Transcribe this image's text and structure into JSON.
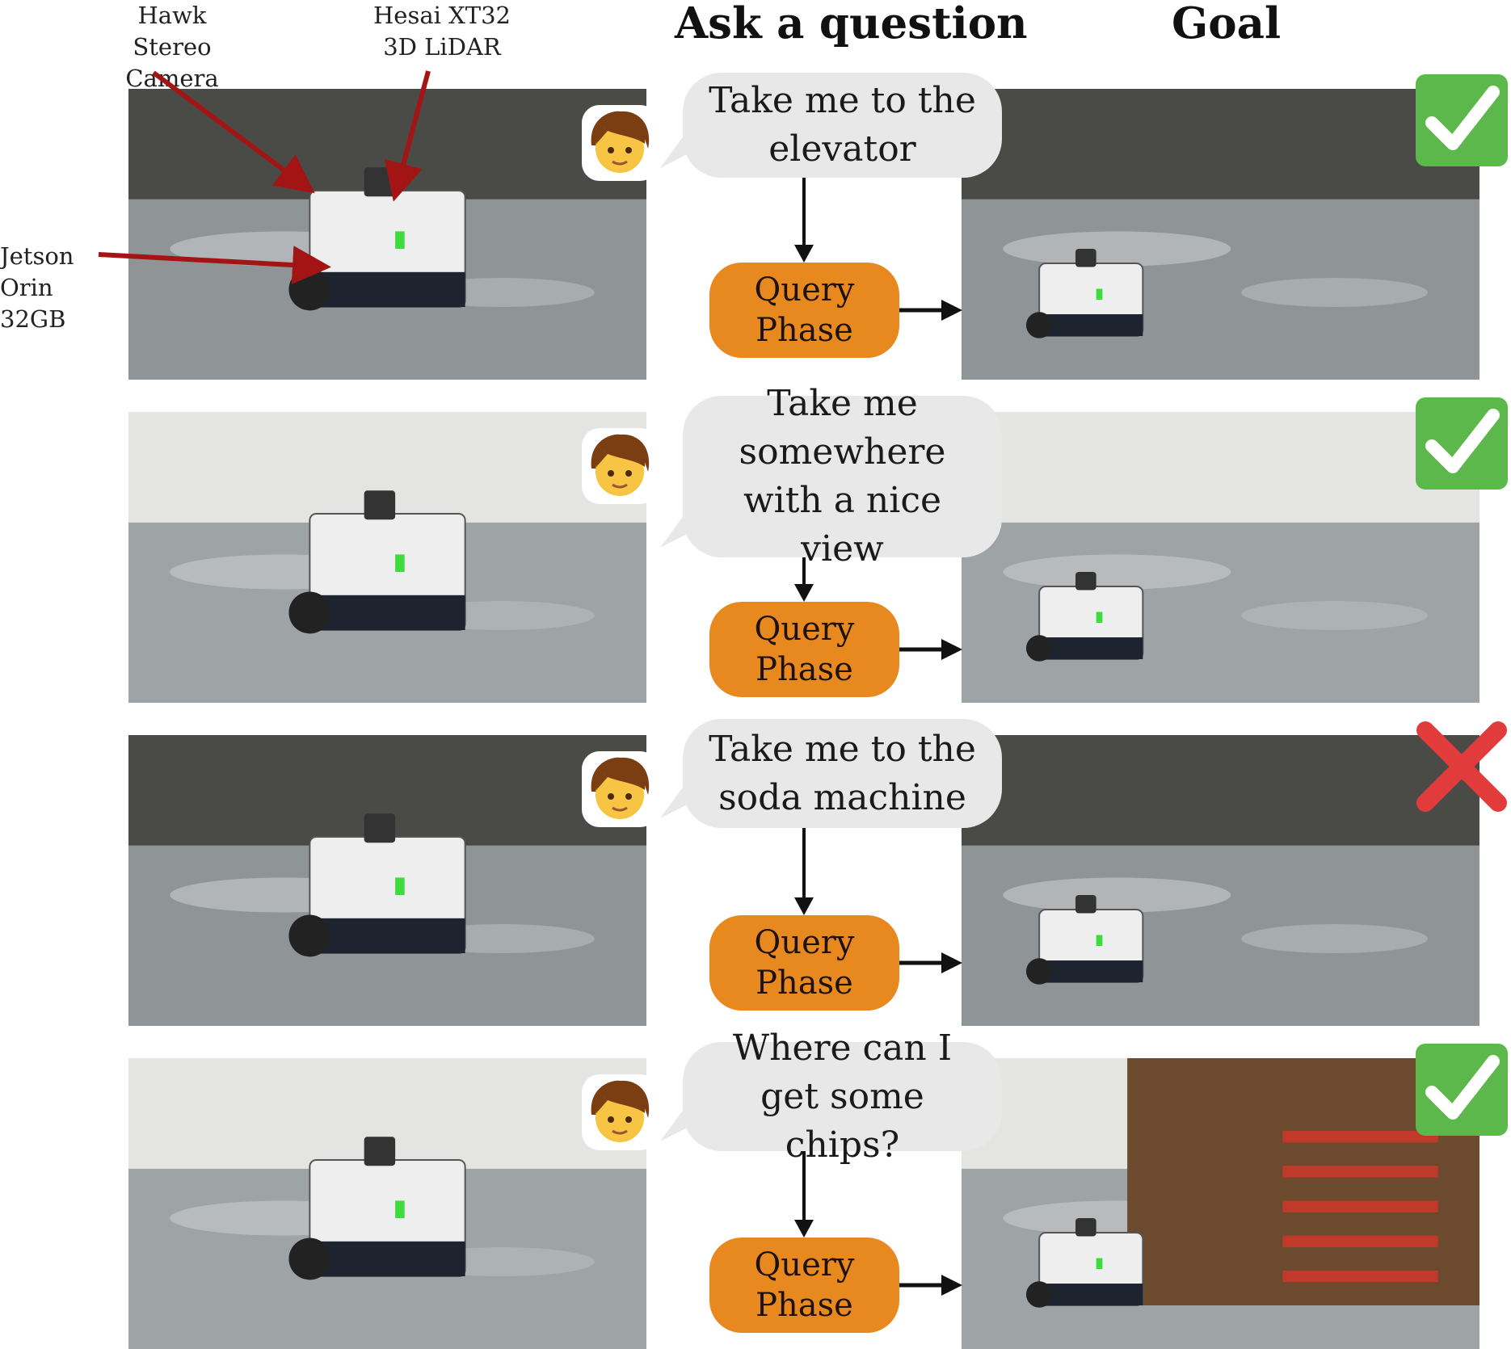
{
  "headers": {
    "ask": "Ask a question",
    "goal": "Goal"
  },
  "hardware_labels": {
    "hawk": "Hawk\nStereo Camera",
    "lidar": "Hesai XT32\n3D LiDAR",
    "jetson": "Jetson\nOrin 32GB"
  },
  "rows": [
    {
      "question": "Take me to the elevator",
      "query_line1": "Query",
      "query_line2": "Phase",
      "result": "success"
    },
    {
      "question": "Take me somewhere with a nice view",
      "query_line1": "Query",
      "query_line2": "Phase",
      "result": "success"
    },
    {
      "question": "Take me to the soda machine",
      "query_line1": "Query",
      "query_line2": "Phase",
      "result": "failure"
    },
    {
      "question": "Where can I get some chips?",
      "query_line1": "Query",
      "query_line2": "Phase",
      "result": "success"
    }
  ],
  "colors": {
    "query_box": "#e8891f",
    "bubble": "#e8e8e8",
    "annotation_arrow": "#a31515",
    "check_green": "#5cb84a",
    "cross_red": "#e23b3b"
  },
  "icons": {
    "person": "person-emoji-icon",
    "success": "check-mark-icon",
    "failure": "cross-mark-icon"
  }
}
